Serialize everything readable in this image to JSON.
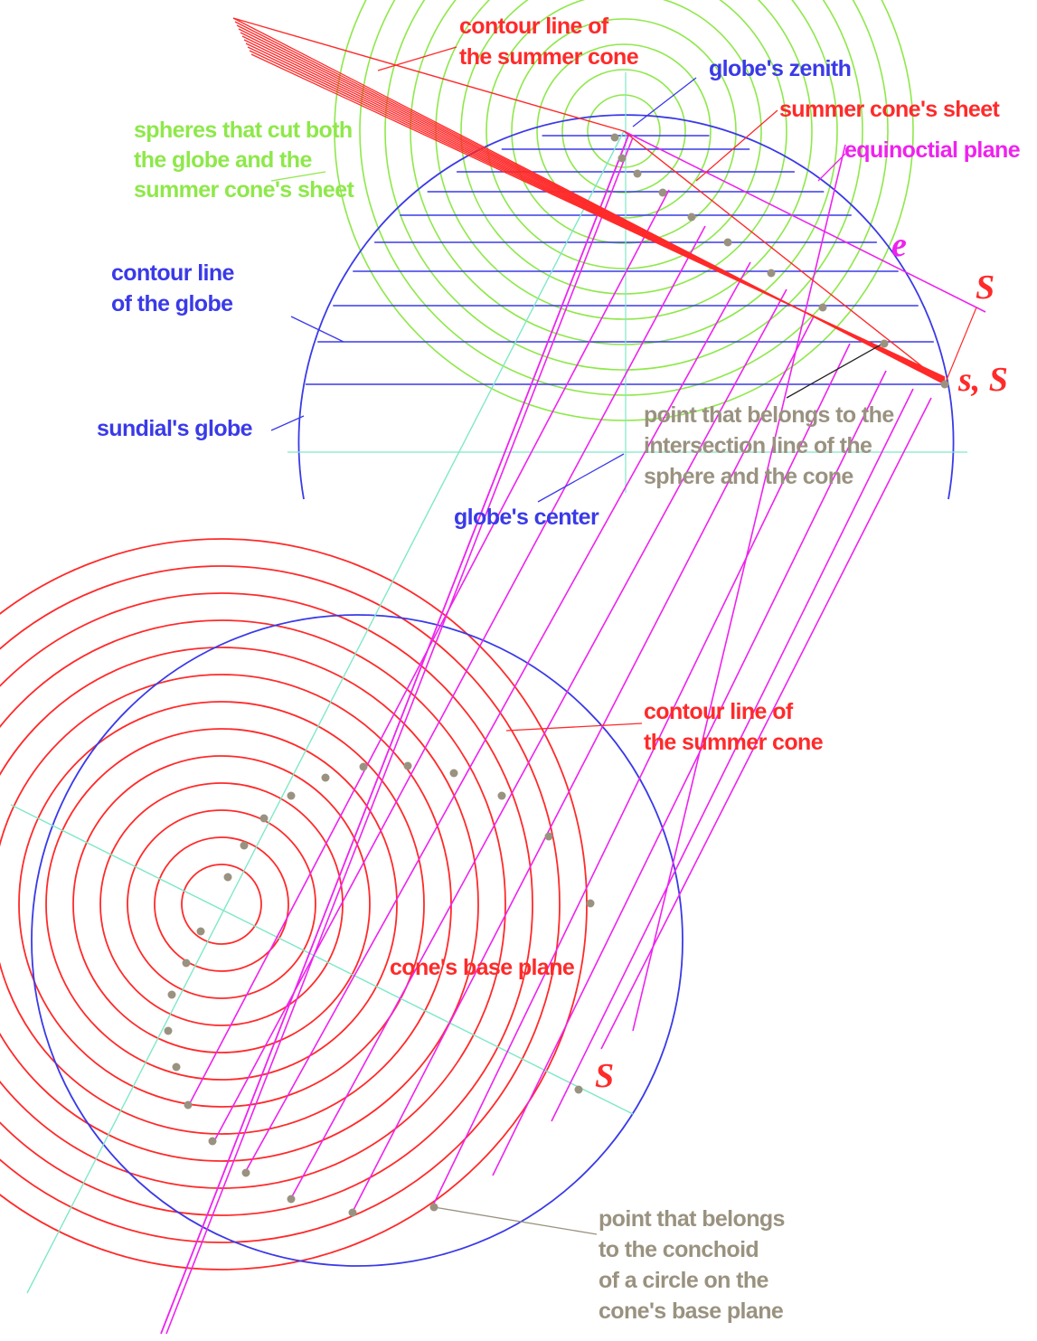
{
  "labels": {
    "summer_cone_contour_top_1": "contour line of",
    "summer_cone_contour_top_2": "the summer cone",
    "globe_zenith": "globe's zenith",
    "summer_cone_sheet": "summer cone's sheet",
    "equinoctial_plane": "equinoctial plane",
    "spheres_1": "spheres that cut both",
    "spheres_2": "the globe and the",
    "spheres_3": "summer cone's sheet",
    "globe_contour_1": "contour line",
    "globe_contour_2": "of the globe",
    "sundial_globe": "sundial's globe",
    "point_intersection_1": "point that belongs to  the",
    "point_intersection_2": "intersection line of the",
    "point_intersection_3": "sphere and the cone",
    "globe_center": "globe's center",
    "summer_cone_contour_bottom_1": "contour line of",
    "summer_cone_contour_bottom_2": "the summer cone",
    "cone_base_plane": "cone's base plane",
    "conchoid_1": "point that belongs",
    "conchoid_2": "to the conchoid",
    "conchoid_3": "of a circle on the",
    "conchoid_4": "cone's base plane",
    "letter_e": "e",
    "letter_S_upper": "S",
    "letter_sS": "s, S",
    "letter_S_lower": "S"
  },
  "colors": {
    "cone": "#ff2a2a",
    "globe": "#3a3ae8",
    "spheres": "#8ee84a",
    "equinoctial": "#ee22ee",
    "axis": "#7fe8c8",
    "points": "#9a9280"
  }
}
